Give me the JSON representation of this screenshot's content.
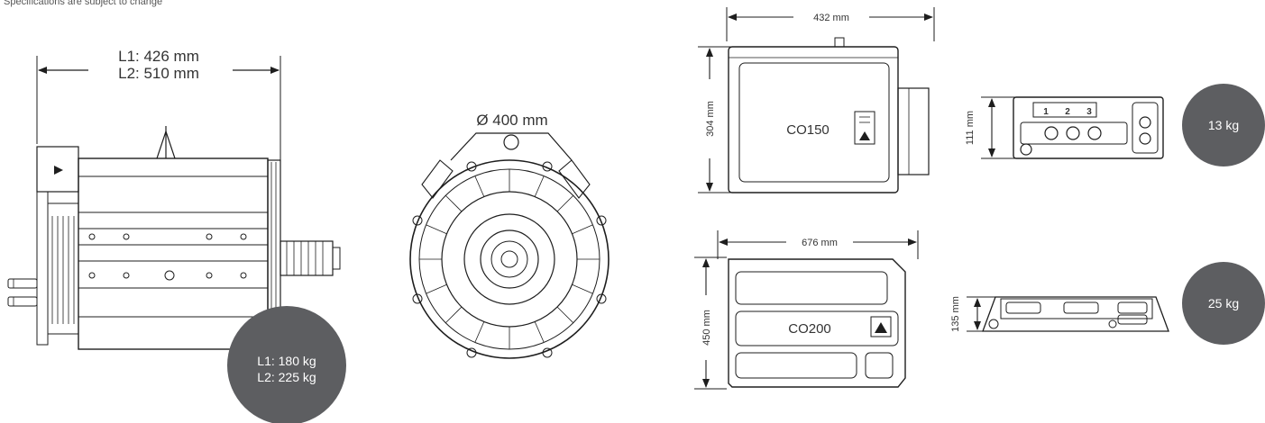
{
  "note": "Specifications are subject to change",
  "motor": {
    "length_l1": "L1: 426 mm",
    "length_l2": "L2: 510 mm",
    "diameter": "Ø 400 mm",
    "weight_l1": "L1: 180 kg",
    "weight_l2": "L2: 225 kg"
  },
  "co150": {
    "label": "CO150",
    "width": "432 mm",
    "height": "304 mm",
    "side_height": "111 mm",
    "weight": "13 kg",
    "connector_numbers": [
      "1",
      "2",
      "3"
    ]
  },
  "co200": {
    "label": "CO200",
    "width": "676 mm",
    "height": "450 mm",
    "side_height": "135 mm",
    "weight": "25 kg"
  },
  "colors": {
    "weight_circle": "#5d5e61",
    "line": "#1e1e1e"
  }
}
